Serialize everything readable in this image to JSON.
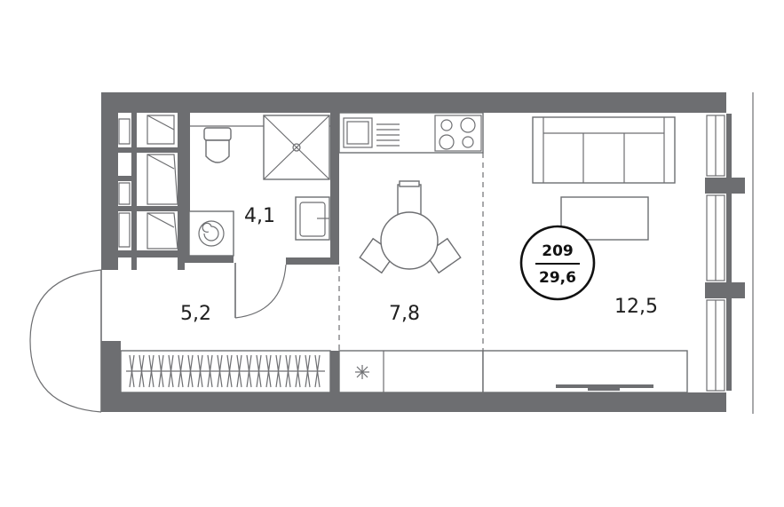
{
  "plan": {
    "rooms": [
      {
        "id": "bathroom",
        "area": "4,1"
      },
      {
        "id": "hallway",
        "area": "5,2"
      },
      {
        "id": "kitchen",
        "area": "7,8"
      },
      {
        "id": "living",
        "area": "12,5"
      }
    ],
    "badge": {
      "unit_number": "209",
      "total_area": "29,6"
    },
    "colors": {
      "wall": "#6d6e71",
      "text": "#1f1f1f"
    }
  }
}
